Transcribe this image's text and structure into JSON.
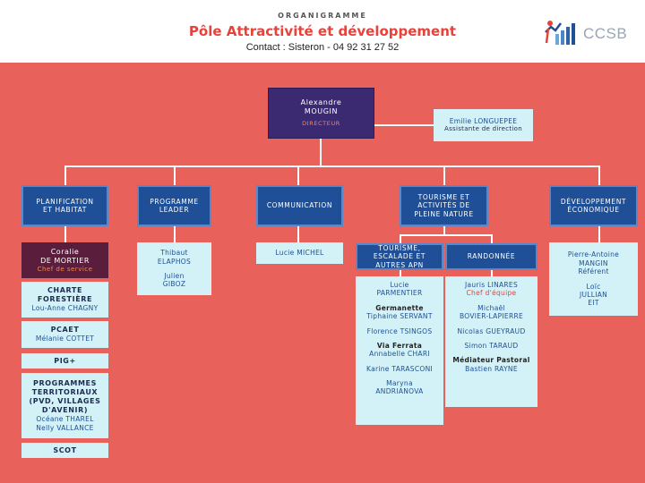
{
  "header": {
    "kicker": "ORGANIGRAMME",
    "title": "Pôle Attractivité et développement",
    "contact": "Contact  : Sisteron - 04 92 31 27 52",
    "logo_text": "CCSB"
  },
  "director": {
    "first": "Alexandre",
    "last": "MOUGIN",
    "role": "DIRECTEUR"
  },
  "assistant": {
    "name": "Emilie LONGUEPEE",
    "role": "Assistante de direction"
  },
  "departments": {
    "planification": "PLANIFICATION ET HABITAT",
    "programme": "PROGRAMME LEADER",
    "communication": "COMMUNICATION",
    "tourisme": "TOURISME ET ACTIVITÉS DE PLEINE NATURE",
    "developpement": "DÉVELOPPEMENT ÉCONOMIQUE"
  },
  "planification": {
    "chef": {
      "first": "Coralie",
      "last": "DE MORTIER",
      "role": "Chef de service"
    },
    "charte": {
      "title": "CHARTE FORESTIÈRE",
      "name": "Lou-Anne CHAGNY"
    },
    "pcaet": {
      "title": "PCAET",
      "name": "Mélanie COTTET"
    },
    "pig": "PIG+",
    "programmes": {
      "title": "PROGRAMMES TERRITORIAUX (PVD, VILLAGES D'AVENIR)",
      "name1": "Océane THAREL",
      "name2": "Nelly VALLANCE"
    },
    "scot": "SCOT"
  },
  "programme": {
    "p1_first": "Thibaut",
    "p1_last": "ELAPHOS",
    "p2_first": "Julien",
    "p2_last": "GIBOZ"
  },
  "communication": {
    "name": "Lucie MICHEL"
  },
  "tourisme": {
    "sub1": "TOURISME, ESCALADE ET AUTRES APN",
    "sub2": "RANDONNÉE",
    "left": {
      "p1_first": "Lucie",
      "p1_last": "PARMENTIER",
      "g1": "Germanette",
      "p2": "Tiphaine SERVANT",
      "p3": "Florence TSINGOS",
      "g2": "Via Ferrata",
      "p4": "Annabelle CHARI",
      "p5": "Karine TARASCONI",
      "p6_first": "Maryna",
      "p6_last": "ANDRIANOVA"
    },
    "right": {
      "p1": "Jauris LINARES",
      "p1_role": "Chef d'équipe",
      "p2_first": "Michaël",
      "p2_last": "BOVIER-LAPIERRE",
      "p3": "Nicolas GUEYRAUD",
      "p4": "Simon TARAUD",
      "g1": "Médiateur Pastoral",
      "p5": "Bastien RAYNE"
    }
  },
  "developpement": {
    "p1_first": "Pierre-Antoine",
    "p1_last": "MANGIN",
    "p1_role": "Référent",
    "p2_first": "Loïc",
    "p2_last": "JULLIAN",
    "p2_role": "EIT"
  },
  "colors": {
    "background": "#E8615A",
    "navy": "#3B2A72",
    "blue": "#1F4F96",
    "light": "#D2F2F7",
    "maroon": "#5A1E3C",
    "accent": "#E8423A",
    "orange": "#F08A4B"
  }
}
